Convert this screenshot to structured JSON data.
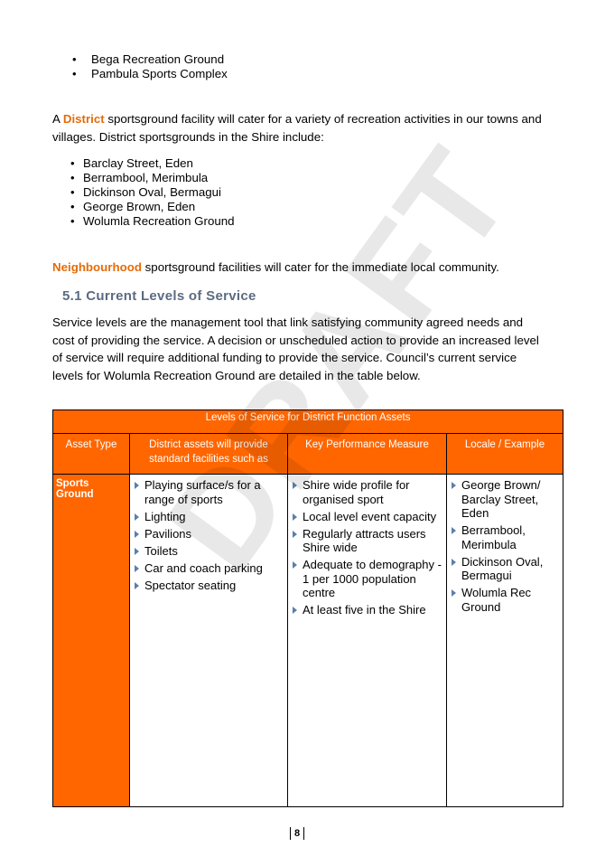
{
  "top_list": [
    "Bega Recreation Ground",
    "Pambula Sports Complex"
  ],
  "district_para": {
    "lead": "A ",
    "highlight": "District",
    "rest": " sportsground facility will cater for a variety of recreation activities in our towns and villages.  District sportsgrounds in the Shire include:"
  },
  "district_list": [
    "Barclay Street, Eden",
    "Berrambool, Merimbula",
    "Dickinson Oval, Bermagui",
    "George Brown, Eden",
    "Wolumla Recreation Ground"
  ],
  "neigh_para": {
    "highlight": "Neighbourhood",
    "rest": " sportsground facilities will cater for the immediate local community."
  },
  "heading": "5.1 Current Levels of Service",
  "service_para": "Service levels are the management tool that link satisfying community agreed needs and cost of providing the service.  A decision or unscheduled action to provide an increased level of service will require additional funding to provide the service.  Council’s current service levels for Wolumla Recreation Ground are detailed in the table below.",
  "table": {
    "caption": "Levels of Service for District Function Assets",
    "headers": [
      "Asset Type",
      "District assets will provide standard facilities such as",
      "Key Performance Measure",
      "Locale / Example"
    ],
    "asset_type": "Sports Ground",
    "facilities": [
      "Playing surface/s for a range of sports",
      "Lighting",
      "Pavilions",
      "Toilets",
      "Car and coach parking",
      "Spectator seating"
    ],
    "measures": [
      "Shire wide profile for organised sport",
      "Local level event capacity",
      "Regularly attracts users Shire wide",
      "Adequate to demography - 1 per 1000 population centre",
      "At least five in the Shire"
    ],
    "locales": [
      "George Brown/ Barclay Street, Eden",
      "Berrambool, Merimbula",
      "Dickinson Oval, Bermagui",
      "Wolumla Rec Ground"
    ]
  },
  "watermark": "DRAFT",
  "page_number": "8",
  "colors": {
    "accent": "#ff6600",
    "highlight_text": "#e46c0a",
    "heading": "#5b6b82"
  }
}
